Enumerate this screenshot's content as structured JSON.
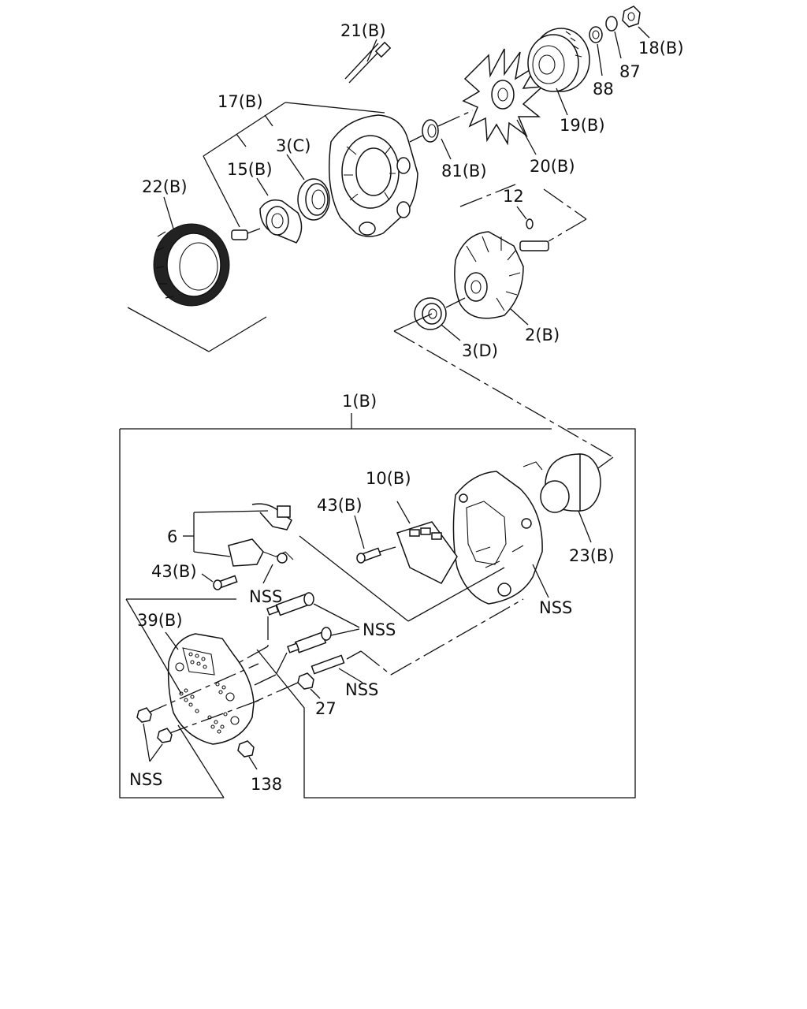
{
  "labels": {
    "l21b": "21(B)",
    "l18b": "18(B)",
    "l87": "87",
    "l88": "88",
    "l17b": "17(B)",
    "l3c": "3(C)",
    "l15b": "15(B)",
    "l22b": "22(B)",
    "l81b": "81(B)",
    "l20b": "20(B)",
    "l19b": "19(B)",
    "l12": "12",
    "l2b": "2(B)",
    "l3d": "3(D)",
    "l1b": "1(B)",
    "l10b": "10(B)",
    "l43b_top": "43(B)",
    "l6": "6",
    "l43b_left": "43(B)",
    "nss_reg": "NSS",
    "nss_mid": "NSS",
    "nss_right": "NSS",
    "nss_stud": "NSS",
    "l23b": "23(B)",
    "l39b": "39(B)",
    "l27": "27",
    "nss_nuts": "NSS",
    "l138": "138"
  }
}
